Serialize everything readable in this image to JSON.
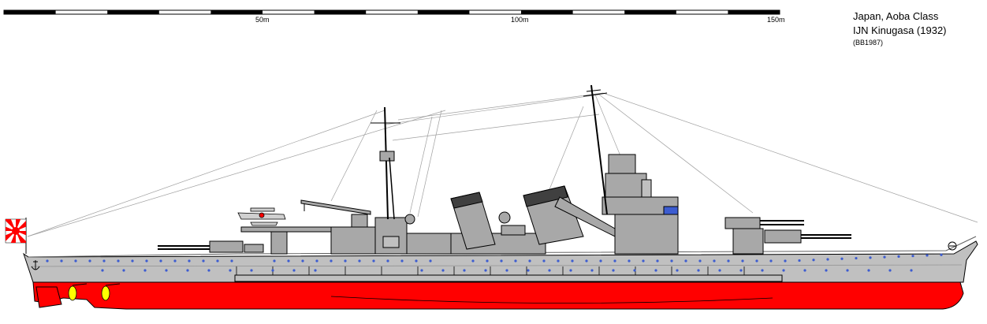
{
  "scale_bar": {
    "labels": [
      "50m",
      "100m",
      "150m"
    ]
  },
  "title": {
    "line1": "Japan, Aoba Class",
    "line2": "IJN Kinugasa (1932)",
    "credit": "(BB1987)"
  },
  "colors": {
    "hull_grey": "#c0c0c0",
    "antifouling_red": "#ff0000",
    "superstructure_grey": "#a8a8a8",
    "funnel_cap": "#404040",
    "porthole_blue": "#3c5cd0",
    "propeller_yellow": "#ffff00",
    "flag_red": "#ff0000"
  },
  "icons": {
    "flag": "rising-sun-ensign-icon",
    "anchor": "anchor-icon",
    "propeller": "propeller-icon"
  }
}
